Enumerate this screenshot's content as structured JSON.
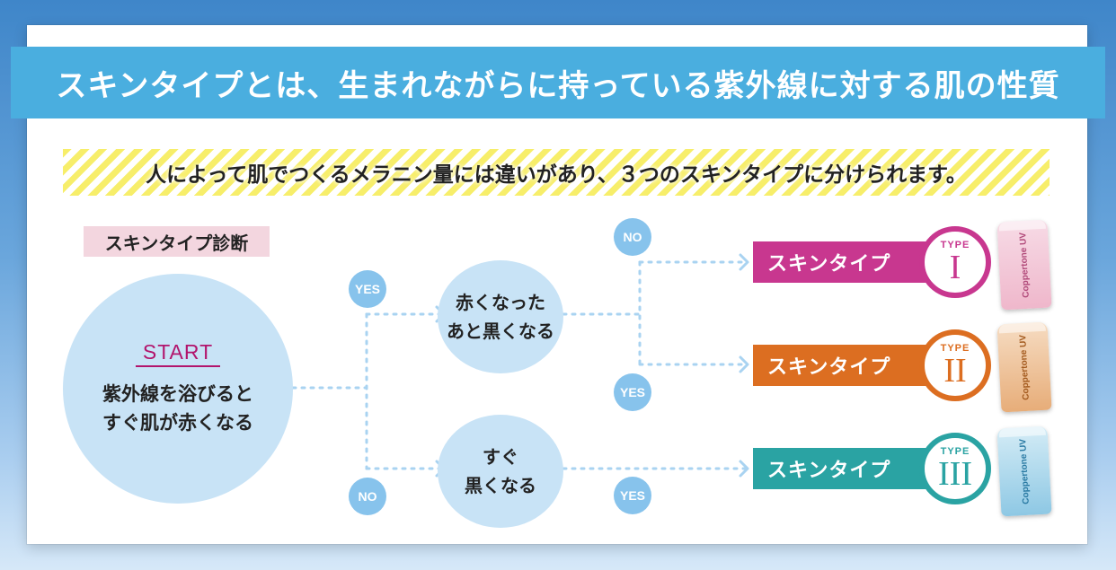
{
  "banner": {
    "title": "スキンタイプとは、生まれながらに持っている紫外線に対する肌の性質"
  },
  "subtitle": "人によって肌でつくるメラニン量には違いがあり、３つのスキンタイプに分けられます。",
  "diagnosis_label": "スキンタイプ診断",
  "start": {
    "word": "START",
    "line1": "紫外線を浴びると",
    "line2": "すぐ肌が赤くなる"
  },
  "question1": {
    "line1": "赤くなった",
    "line2": "あと黒くなる"
  },
  "question2": {
    "line1": "すぐ",
    "line2": "黒くなる"
  },
  "answers": {
    "yes": "YES",
    "no": "NO"
  },
  "types": [
    {
      "label": "スキンタイプ",
      "type_word": "TYPE",
      "numeral": "I",
      "color": "#c8378f",
      "product": "Coppertone UV"
    },
    {
      "label": "スキンタイプ",
      "type_word": "TYPE",
      "numeral": "II",
      "color": "#dc6e21",
      "product": "Coppertone UV"
    },
    {
      "label": "スキンタイプ",
      "type_word": "TYPE",
      "numeral": "III",
      "color": "#2aa3a3",
      "product": "Coppertone UV"
    }
  ],
  "colors": {
    "banner": "#4aaedf",
    "stripe": "#f7ee6a",
    "circle": "#c8e3f6",
    "badge": "#87c3ec",
    "connector": "#a9d3f1",
    "start_text": "#b2146c",
    "label_bg": "#f3d6df"
  }
}
